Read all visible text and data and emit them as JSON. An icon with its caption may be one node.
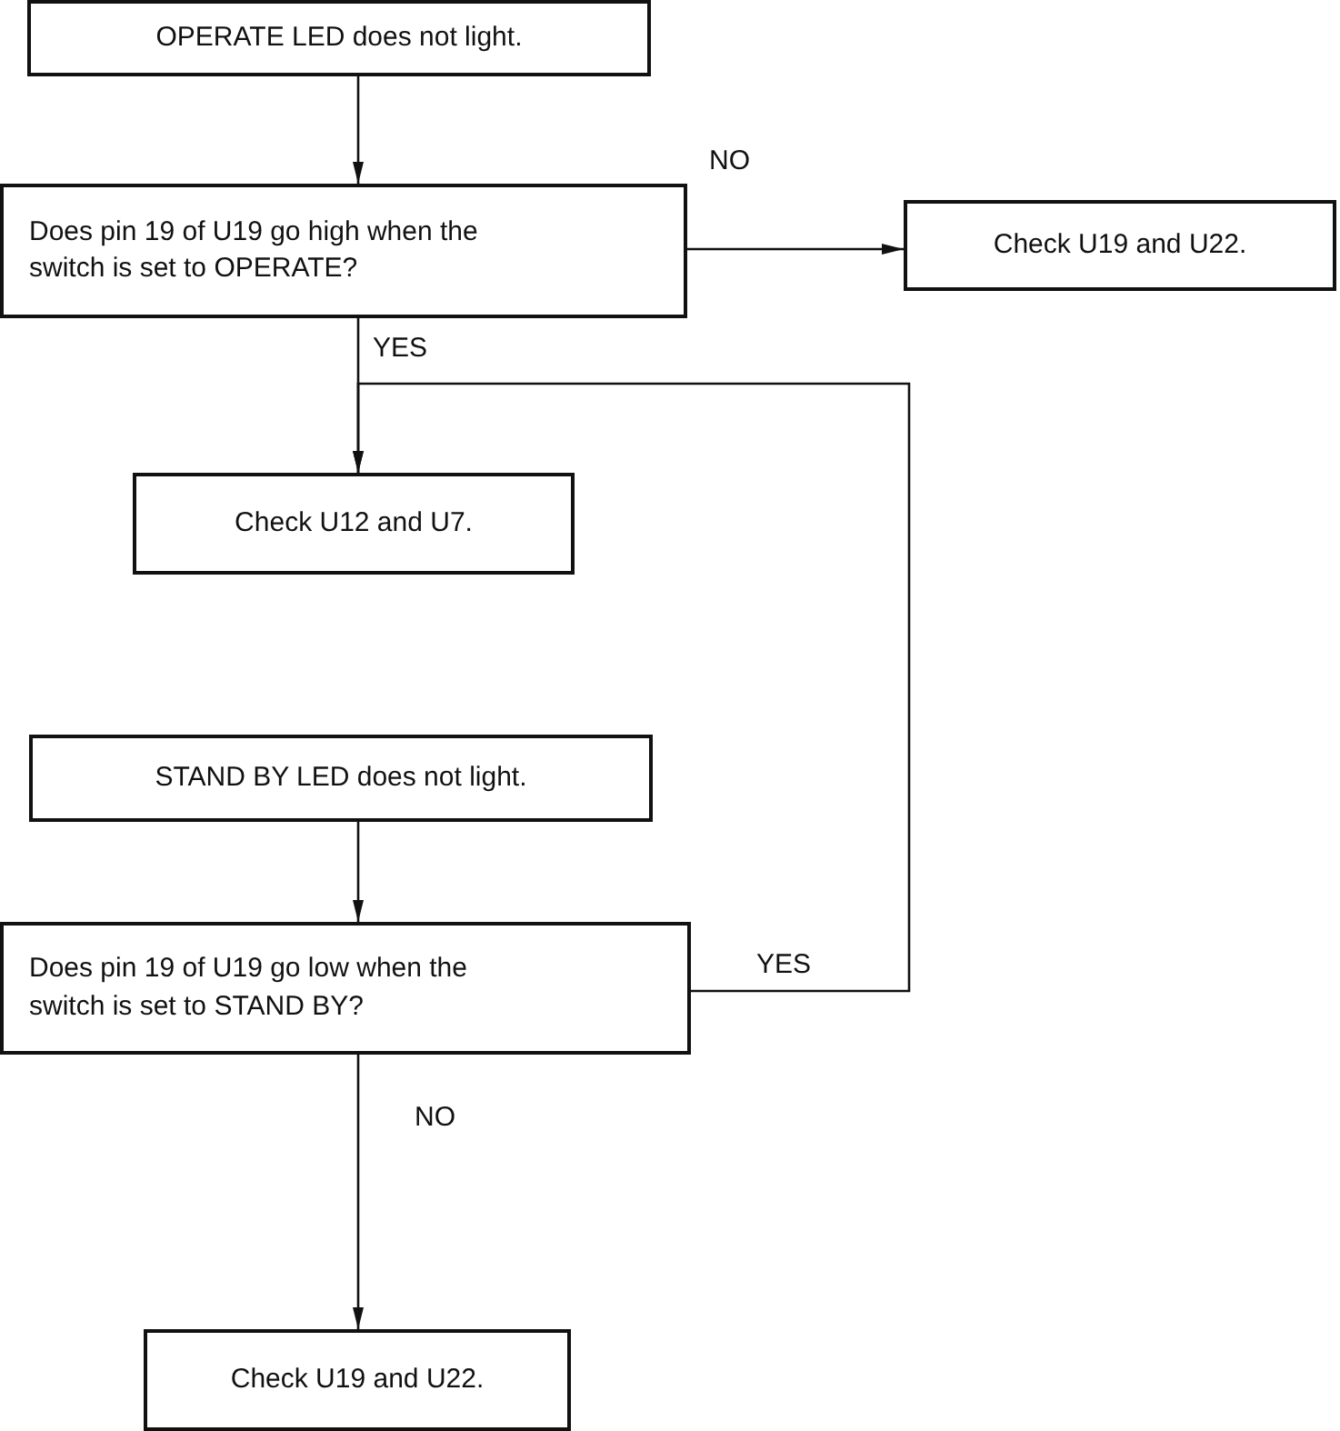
{
  "diagram": {
    "nodes": [
      {
        "text": [
          "OPERATE LED does not light."
        ]
      },
      {
        "text": [
          "Does pin 19 of U19 go high when the switch is set to OPERATE?"
        ]
      },
      {
        "text": [
          "Check U19 and U22."
        ]
      },
      {
        "text": [
          "Check U12 and U7."
        ]
      },
      {
        "text": [
          "STAND BY LED does not light."
        ]
      },
      {
        "text": [
          "Does pin 19 of U19 go low when the switch is set to STAND BY?"
        ]
      },
      {
        "text": [
          "Check U19 and U22."
        ]
      }
    ],
    "edges": [
      {
        "from": 0,
        "to": 1,
        "arrow": "to"
      },
      {
        "from": 1,
        "to": 2,
        "arrow": "to",
        "label": "NO"
      },
      {
        "from": 1,
        "to": 3,
        "arrow": "to",
        "label": "YES"
      },
      {
        "from": 5,
        "to": 3,
        "arrow": "to",
        "label": "YES"
      },
      {
        "from": 4,
        "to": 5,
        "arrow": "to"
      },
      {
        "from": 5,
        "to": 6,
        "arrow": "to",
        "label": "NO"
      }
    ]
  }
}
